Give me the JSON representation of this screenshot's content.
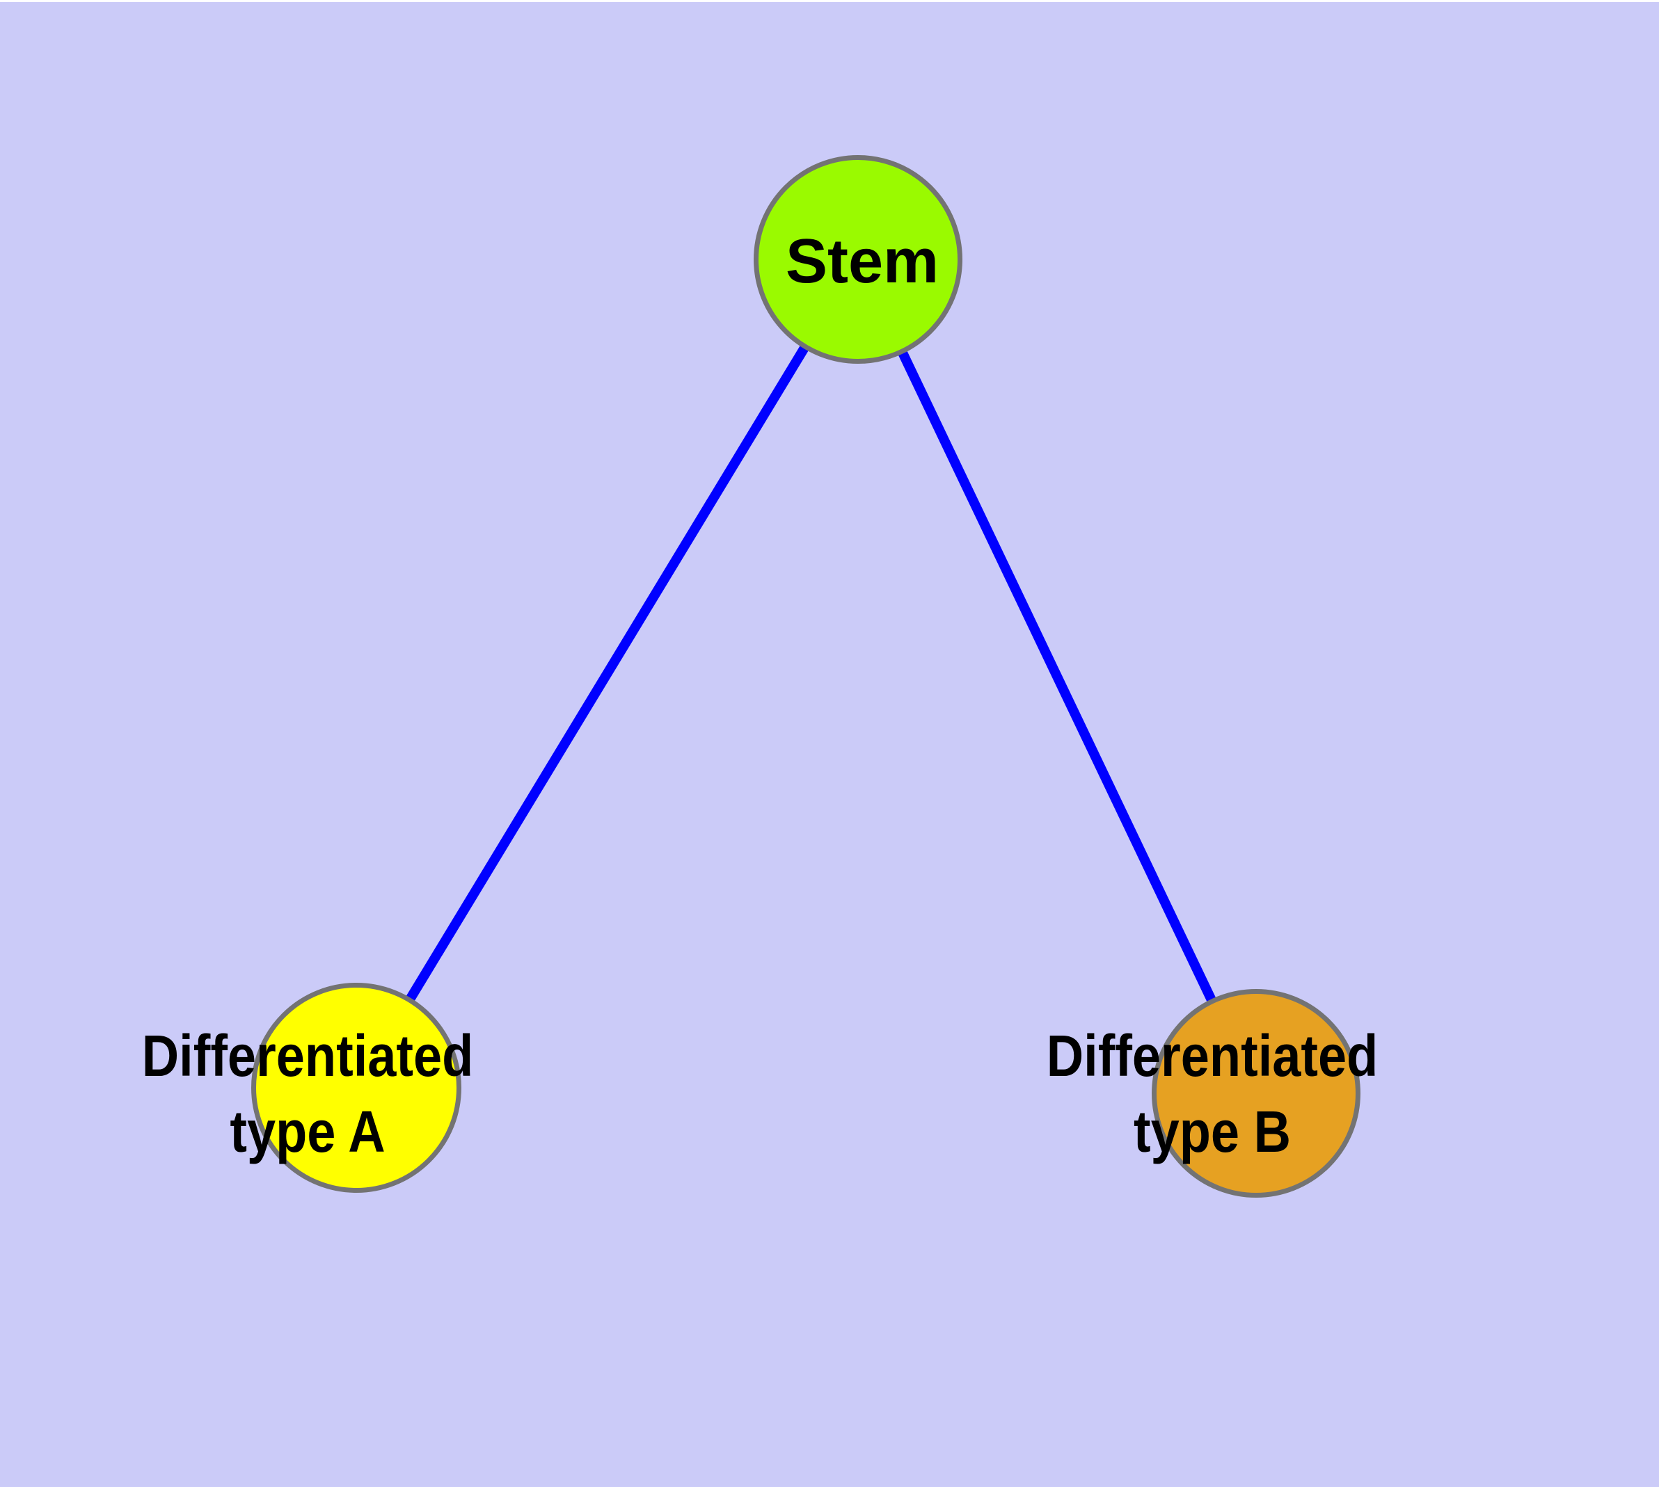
{
  "figure": {
    "background_color": "#CBCBF8",
    "top_edge_color": "#FFFFFF",
    "description": "Stem cell differentiation diagram: one stem node linked to two differentiated cell type nodes"
  },
  "nodes": {
    "stem": {
      "label": "Stem",
      "fill": "#9AFA00",
      "border": "#737373",
      "text_color": "#000000"
    },
    "type_a": {
      "label": "Differentiated type A",
      "line1": "Differentiated",
      "line2": "type A",
      "fill": "#FFFF00",
      "border": "#737373",
      "text_color": "#000000"
    },
    "type_b": {
      "label": "Differentiated type B",
      "line1": "Differentiated",
      "line2": "type B",
      "fill": "#E6A122",
      "border": "#737373",
      "text_color": "#000000"
    }
  },
  "edges": {
    "color": "#0000FF",
    "list": [
      {
        "from": "Stem",
        "to": "Differentiated type A"
      },
      {
        "from": "Stem",
        "to": "Differentiated type B"
      }
    ]
  }
}
